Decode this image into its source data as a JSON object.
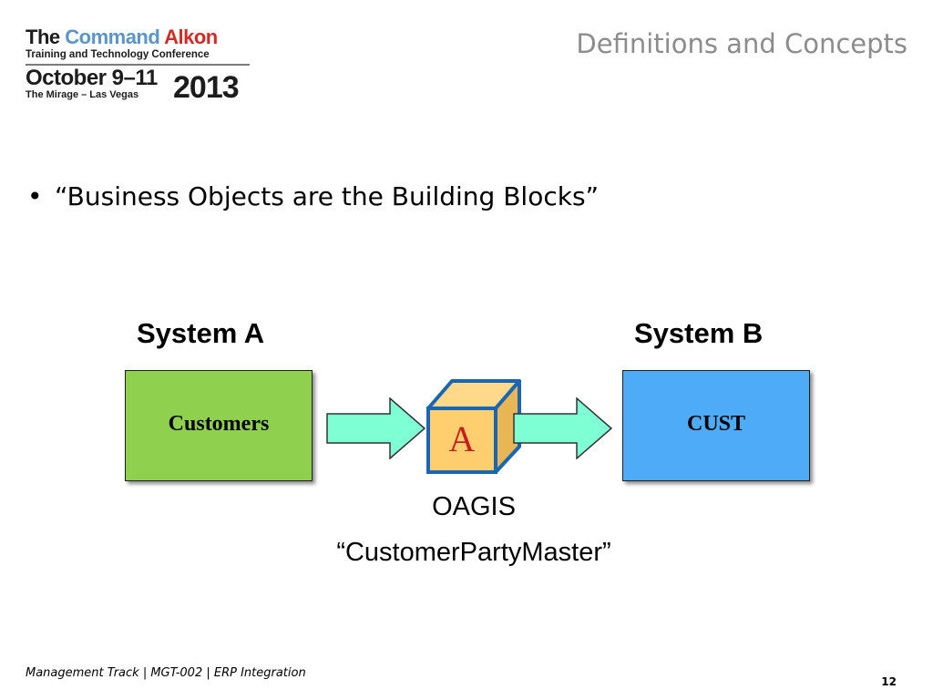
{
  "logo": {
    "the": "The",
    "command": "Command",
    "alkon": "Alkon",
    "subtitle": "Training and Technology Conference",
    "date": "October 9–11",
    "venue": "The Mirage – Las Vegas",
    "year": "2013"
  },
  "slide": {
    "title": "Definitions and Concepts",
    "bullet_marker": "•",
    "bullet": "“Business Objects are the Building Blocks”"
  },
  "diagram": {
    "system_a": {
      "label": "System A",
      "box_label": "Customers",
      "color": "#8fd14f"
    },
    "system_b": {
      "label": "System B",
      "box_label": "CUST",
      "color": "#4eabf7"
    },
    "block_letter": "A",
    "arrow_color": "#7fffd4",
    "cube_color": "#ffcf6f",
    "cube_border_color": "#1a66b5",
    "caption_line1": "OAGIS",
    "caption_line2": "“CustomerPartyMaster”"
  },
  "footer": {
    "text": "Management Track | MGT-002 | ERP Integration",
    "page_number": "12"
  }
}
